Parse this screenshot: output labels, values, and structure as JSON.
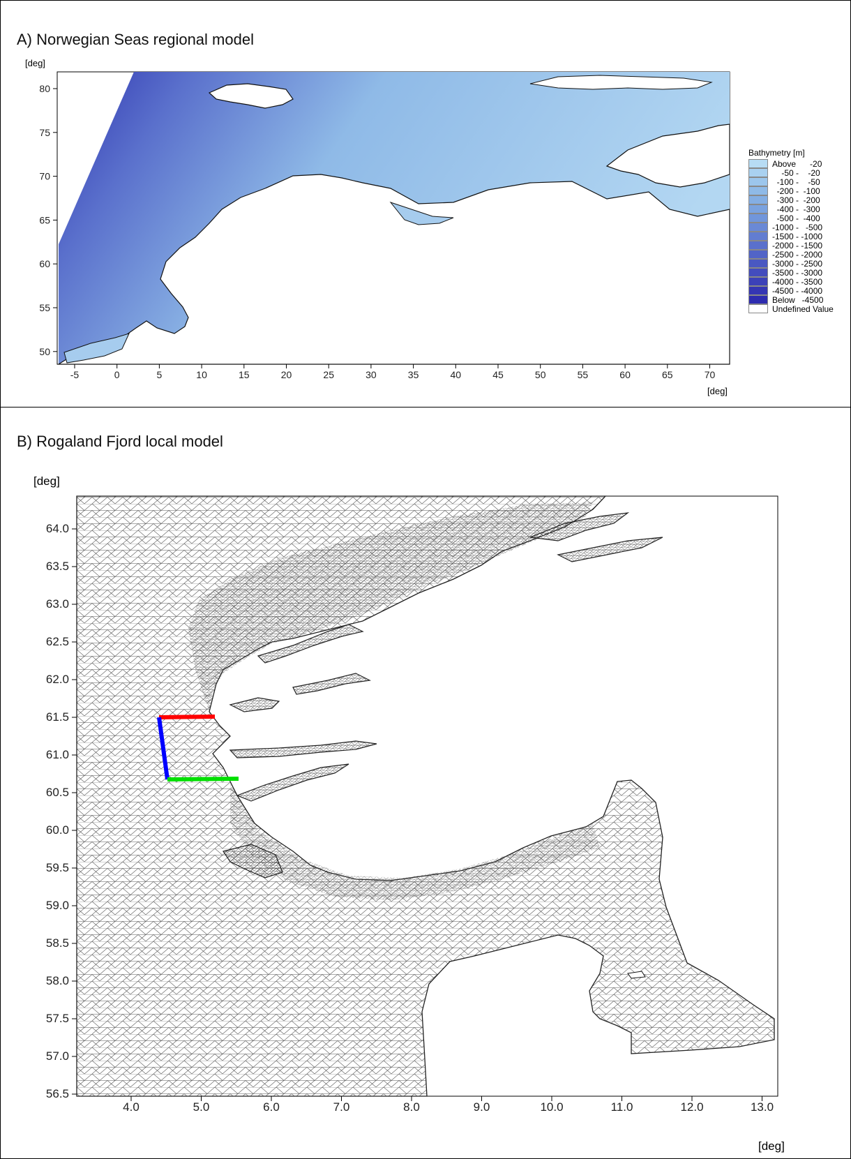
{
  "panel_a": {
    "title": "A) Norwegian Seas regional model",
    "y_unit": "[deg]",
    "x_unit": "[deg]",
    "x_ticks": [
      "-5",
      "0",
      "5",
      "10",
      "15",
      "20",
      "25",
      "30",
      "35",
      "40",
      "45",
      "50",
      "55",
      "60",
      "65",
      "70"
    ],
    "y_ticks": [
      "80",
      "75",
      "70",
      "65",
      "60",
      "55",
      "50"
    ],
    "legend": {
      "title": "Bathymetry [m]",
      "items": [
        {
          "label": "Above      -20",
          "color": "#b7dcf4"
        },
        {
          "label": "    -50 -    -20",
          "color": "#a9d1f0"
        },
        {
          "label": "  -100 -    -50",
          "color": "#9cc6ec"
        },
        {
          "label": "  -200 -  -100",
          "color": "#8fbae7"
        },
        {
          "label": "  -300 -  -200",
          "color": "#84aee3"
        },
        {
          "label": "  -400 -  -300",
          "color": "#7aa2df"
        },
        {
          "label": "  -500 -  -400",
          "color": "#7196db"
        },
        {
          "label": "-1000 -   -500",
          "color": "#6a89d6"
        },
        {
          "label": "-1500 - -1000",
          "color": "#627dd1"
        },
        {
          "label": "-2000 - -1500",
          "color": "#5a70cc"
        },
        {
          "label": "-2500 - -2000",
          "color": "#5264c7"
        },
        {
          "label": "-3000 - -2500",
          "color": "#4a58c2"
        },
        {
          "label": "-3500 - -3000",
          "color": "#434cbd"
        },
        {
          "label": "-4000 - -3500",
          "color": "#3c41b8"
        },
        {
          "label": "-4500 - -4000",
          "color": "#3536b3"
        },
        {
          "label": "Below   -4500",
          "color": "#2e2caf"
        },
        {
          "label": "Undefined Value",
          "color": "#ffffff"
        }
      ]
    }
  },
  "panel_b": {
    "title": "B) Rogaland Fjord local model",
    "y_unit": "[deg]",
    "x_unit": "[deg]",
    "x_ticks": [
      "4.0",
      "5.0",
      "6.0",
      "7.0",
      "8.0",
      "9.0",
      "10.0",
      "11.0",
      "12.0",
      "13.0"
    ],
    "y_ticks": [
      "64.0",
      "63.5",
      "63.0",
      "62.5",
      "62.0",
      "61.5",
      "61.0",
      "60.5",
      "60.0",
      "59.5",
      "59.0",
      "58.5",
      "58.0",
      "57.5",
      "57.0",
      "56.5"
    ],
    "boundary_lines": [
      {
        "color": "#ff0000"
      },
      {
        "color": "#0000ff"
      },
      {
        "color": "#00e000"
      }
    ]
  }
}
